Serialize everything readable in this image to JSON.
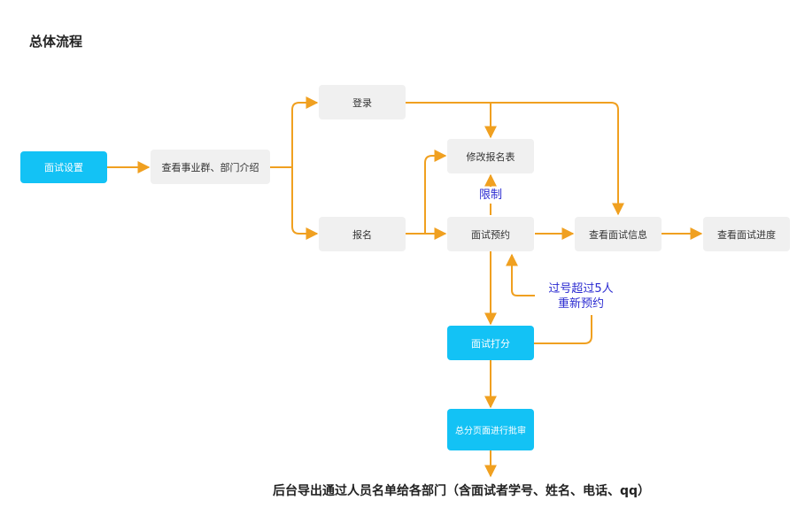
{
  "title": "总体流程",
  "colors": {
    "edge": "#f0a020",
    "accent_node": "#13c2f5",
    "plain_node": "#f0f0f0",
    "note_text": "#2b2bd1"
  },
  "nodes": {
    "interview_setup": "面试设置",
    "view_intro": "查看事业群、部门介绍",
    "login": "登录",
    "register": "报名",
    "edit_form": "修改报名表",
    "interview_booking": "面试预约",
    "view_interview_info": "查看面试信息",
    "view_progress": "查看面试进度",
    "interview_scoring": "面试打分",
    "summary_approval": "总分页面进行批审"
  },
  "notes": {
    "limit": "限制",
    "rebook_line1": "过号超过5人",
    "rebook_line2": "重新预约"
  },
  "footer": "后台导出通过人员名单给各部门（含面试者学号、姓名、电话、qq）"
}
